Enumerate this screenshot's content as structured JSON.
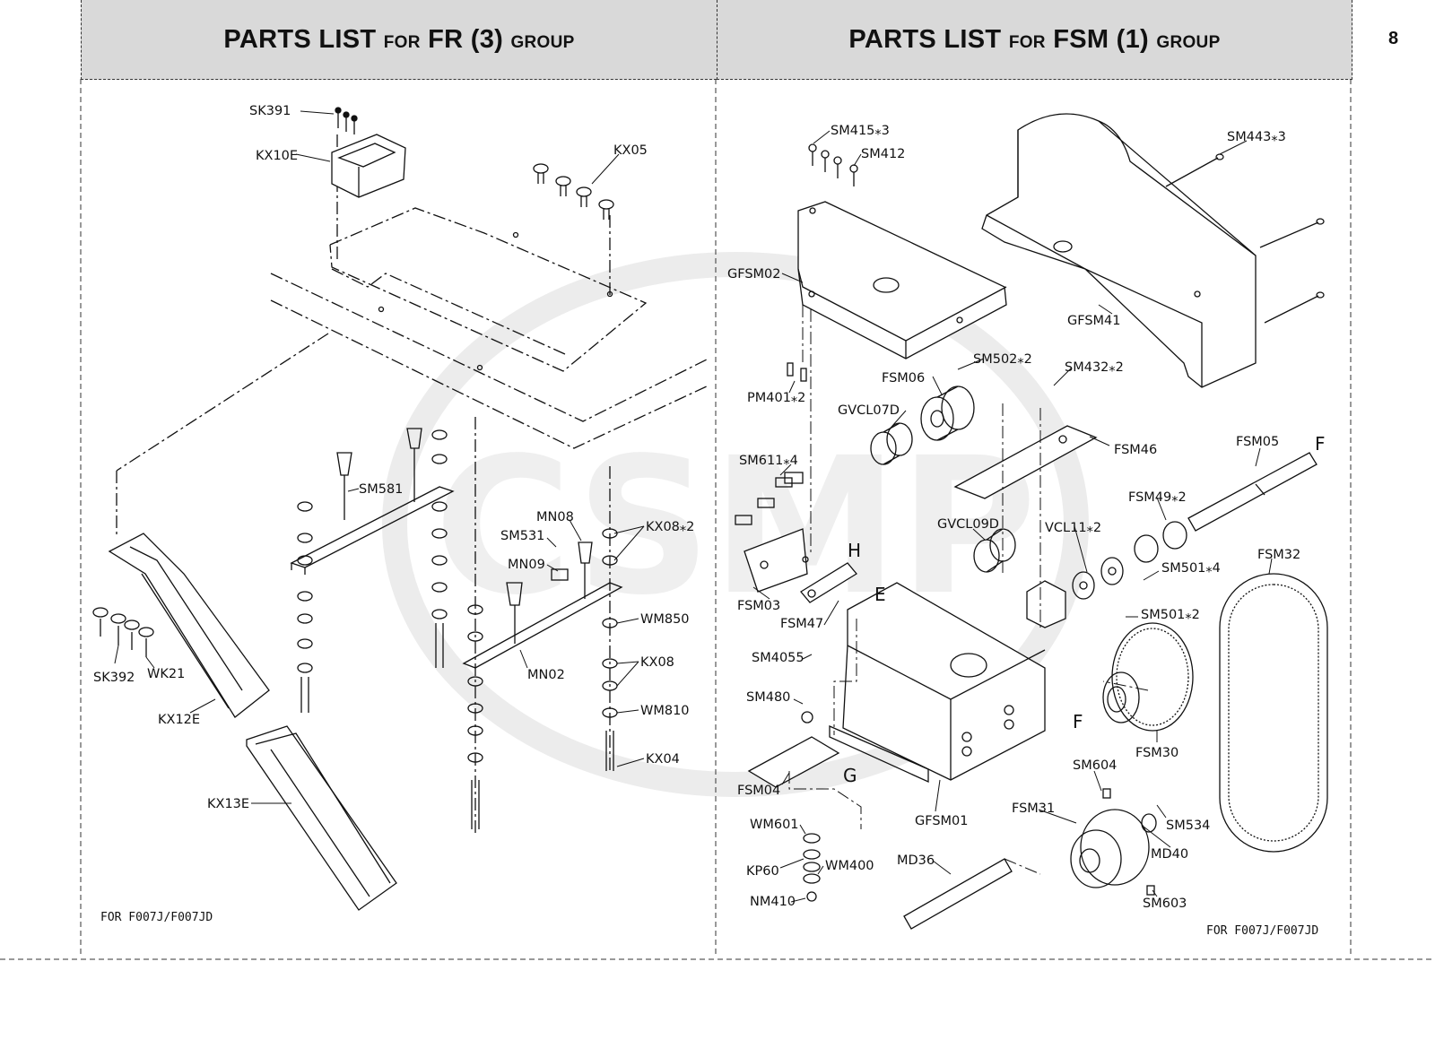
{
  "page_number": "8",
  "left_panel": {
    "title_main": "PARTS LIST",
    "title_for": "FOR",
    "title_model": "FR (3)",
    "title_group": "GROUP",
    "footer": "FOR F007J/F007JD",
    "labels": {
      "sk391": "SK391",
      "kx10e": "KX10E",
      "kx05": "KX05",
      "sm581": "SM581",
      "mn08": "MN08",
      "sm531": "SM531",
      "mn09": "MN09",
      "kx08x2": "KX08⁎2",
      "wm850": "WM850",
      "kx08": "KX08",
      "mn02": "MN02",
      "wm810": "WM810",
      "kx04": "KX04",
      "sk392": "SK392",
      "wk21": "WK21",
      "kx12e": "KX12E",
      "kx13e": "KX13E"
    }
  },
  "right_panel": {
    "title_main": "PARTS LIST",
    "title_for": "FOR",
    "title_model": "FSM (1)",
    "title_group": "GROUP",
    "footer": "FOR F007J/F007JD",
    "labels": {
      "sm415x3": "SM415⁎3",
      "sm412": "SM412",
      "sm443x3": "SM443⁎3",
      "gfsm02": "GFSM02",
      "gfsm41": "GFSM41",
      "sm502x2": "SM502⁎2",
      "fsm06": "FSM06",
      "sm432x2": "SM432⁎2",
      "pm401x2": "PM401⁎2",
      "gvcl07d": "GVCL07D",
      "fsm46": "FSM46",
      "fsm05": "FSM05",
      "f1": "F",
      "sm611x4": "SM611⁎4",
      "fsm49x2": "FSM49⁎2",
      "gvcl09d": "GVCL09D",
      "vcl11x2": "VCL11⁎2",
      "fsm32": "FSM32",
      "h": "H",
      "sm501x4": "SM501⁎4",
      "fsm03": "FSM03",
      "e": "E",
      "sm501x2": "SM501⁎2",
      "fsm47": "FSM47",
      "sm4055": "SM4055",
      "sm480": "SM480",
      "f2": "F",
      "fsm30": "FSM30",
      "fsm04": "FSM04",
      "g": "G",
      "sm604": "SM604",
      "gfsm01": "GFSM01",
      "fsm31": "FSM31",
      "wm601": "WM601",
      "sm534": "SM534",
      "md36": "MD36",
      "kp60": "KP60",
      "wm400": "WM400",
      "md40": "MD40",
      "nm410": "NM410",
      "sm603": "SM603"
    }
  },
  "watermark": "CSMP",
  "colors": {
    "header_bg": "#d9d9d9",
    "line": "#111111",
    "watermark": "#e6e6e6"
  }
}
